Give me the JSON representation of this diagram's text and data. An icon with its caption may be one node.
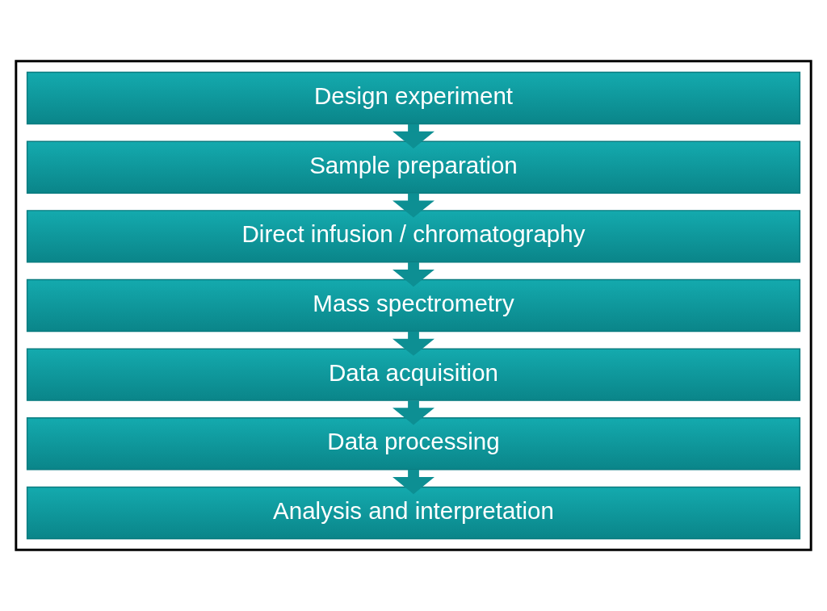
{
  "diagram": {
    "nodes": [
      {
        "text": [],
        "shape": "box"
      },
      {
        "text": [
          "Design experiment"
        ],
        "in": 0
      },
      {
        "text": [
          "Sample preparation"
        ],
        "in": 0
      },
      {
        "text": [
          "Direct infusion / chromatography"
        ],
        "in": 0
      },
      {
        "text": [
          "Mass spectrometry"
        ],
        "in": 0
      },
      {
        "text": [
          "Data acquisition"
        ],
        "in": 0
      },
      {
        "text": [
          "Data processing"
        ],
        "in": 0
      },
      {
        "text": [
          "Analysis and interpretation"
        ],
        "in": 0
      }
    ],
    "edges": [
      {
        "from": 1,
        "to": 2,
        "arrow": "to"
      },
      {
        "from": 2,
        "to": 3,
        "arrow": "to"
      },
      {
        "from": 3,
        "to": 4,
        "arrow": "to"
      },
      {
        "from": 4,
        "to": 5,
        "arrow": "to"
      },
      {
        "from": 5,
        "to": 6,
        "arrow": "to"
      },
      {
        "from": 6,
        "to": 7,
        "arrow": "to"
      }
    ]
  }
}
